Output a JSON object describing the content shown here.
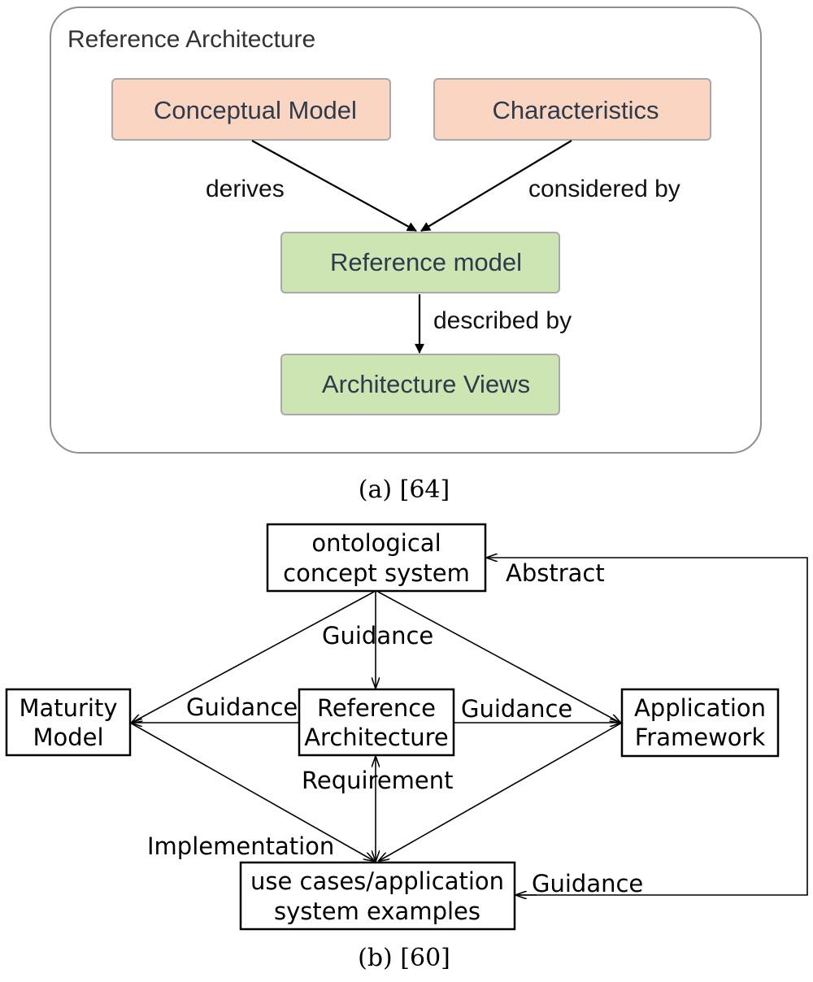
{
  "part_a": {
    "container_title": "Reference Architecture",
    "nodes": {
      "conceptual_model": "Conceptual Model",
      "characteristics": "Characteristics",
      "reference_model": "Reference model",
      "architecture_views": "Architecture Views"
    },
    "edges": {
      "derives": "derives",
      "considered_by": "considered by",
      "described_by": "described by"
    },
    "colors": {
      "peach": "#f9d5c2",
      "green": "#cde5b2",
      "border": "#a9a9a9"
    },
    "caption": "(a) [64]"
  },
  "part_b": {
    "nodes": {
      "ontological_line1": "ontological",
      "ontological_line2": "concept system",
      "maturity_line1": "Maturity",
      "maturity_line2": "Model",
      "reference_line1": "Reference",
      "reference_line2": "Architecture",
      "application_line1": "Application",
      "application_line2": "Framework",
      "usecases_line1": "use cases/application",
      "usecases_line2": "system examples"
    },
    "edges": {
      "abstract": "Abstract",
      "guidance_top": "Guidance",
      "guidance_left": "Guidance",
      "guidance_right": "Guidance",
      "requirement": "Requirement",
      "implementation": "Implementation",
      "guidance_bottom": "Guidance"
    },
    "caption": "(b) [60]"
  }
}
